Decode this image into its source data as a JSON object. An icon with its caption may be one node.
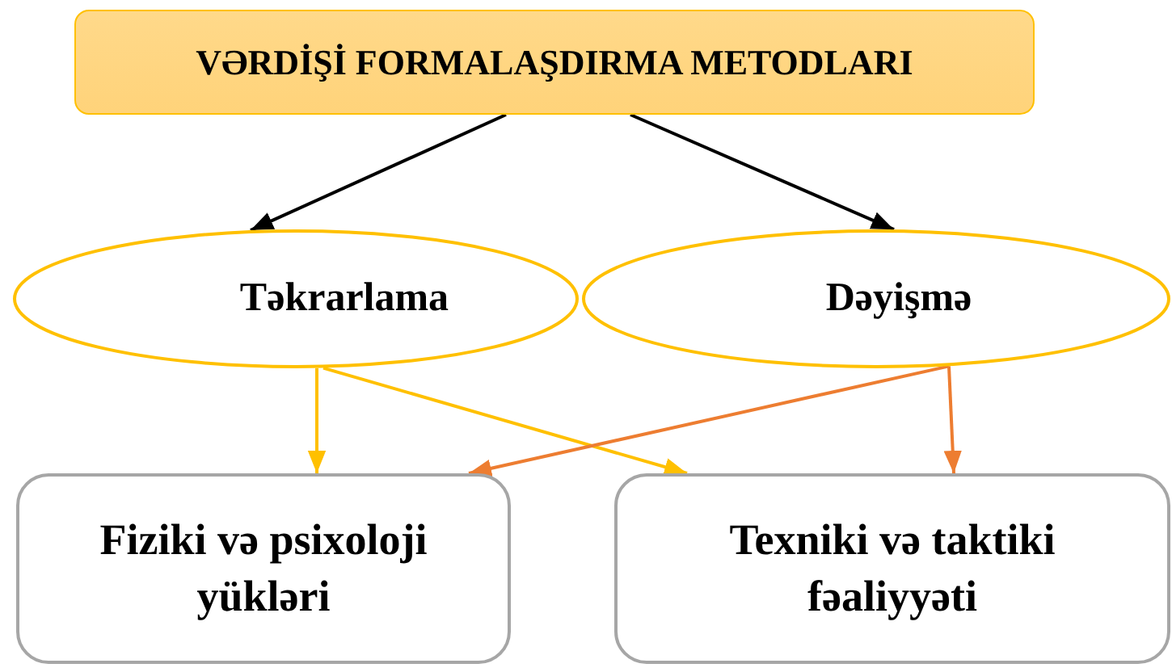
{
  "diagram": {
    "nodes": [
      {
        "text": [
          "VƏRDİŞİ FORMALAŞDIRMA METODLARI"
        ]
      },
      {
        "text": [
          "Təkrarlama"
        ]
      },
      {
        "text": [
          "Dəyişmə"
        ]
      },
      {
        "text": [
          "Fiziki və psixoloji yükləri"
        ]
      },
      {
        "text": [
          "Texniki və taktiki fəaliyyəti"
        ]
      }
    ],
    "edges": [
      {
        "from": 0,
        "to": 1,
        "arrow": "to",
        "color": "#000000"
      },
      {
        "from": 0,
        "to": 2,
        "arrow": "to",
        "color": "#000000"
      },
      {
        "from": 1,
        "to": 3,
        "arrow": "to",
        "color": "#ffc000"
      },
      {
        "from": 1,
        "to": 4,
        "arrow": "to",
        "color": "#ffc000"
      },
      {
        "from": 2,
        "to": 3,
        "arrow": "to",
        "color": "#ed7d31"
      },
      {
        "from": 2,
        "to": 4,
        "arrow": "to",
        "color": "#ed7d31"
      }
    ]
  }
}
